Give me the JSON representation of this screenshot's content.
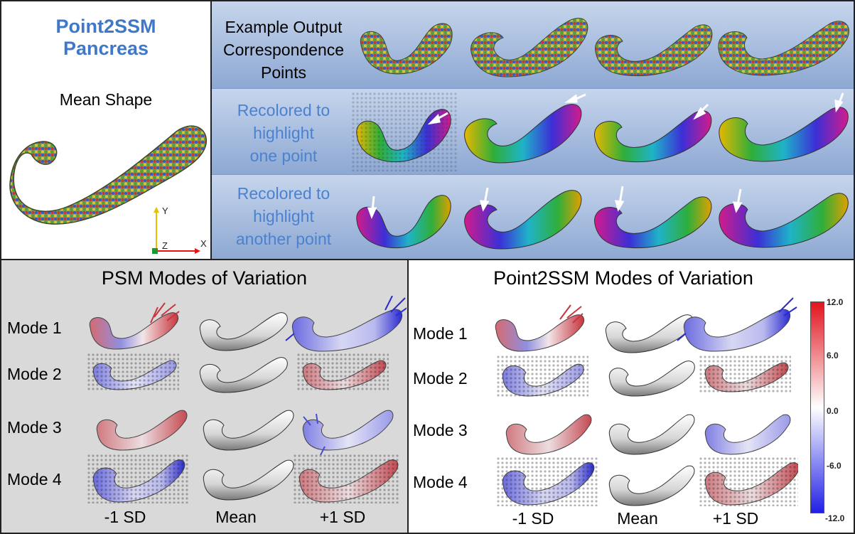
{
  "top_left": {
    "title_line1": "Point2SSM",
    "title_line2": "Pancreas",
    "mean_shape_label": "Mean Shape",
    "axis_y": "Y",
    "axis_z": "Z",
    "axis_x": "X"
  },
  "top_right": {
    "rows": [
      {
        "label_lines": [
          "Example Output",
          "Correspondence",
          "Points"
        ],
        "style": "black"
      },
      {
        "label_lines": [
          "Recolored to",
          "highlight",
          "one point"
        ],
        "style": "blue"
      },
      {
        "label_lines": [
          "Recolored to",
          "highlight",
          "another point"
        ],
        "style": "blue"
      }
    ]
  },
  "psm_panel": {
    "title": "PSM Modes of Variation",
    "modes": [
      "Mode 1",
      "Mode 2",
      "Mode 3",
      "Mode 4"
    ],
    "columns": [
      "-1 SD",
      "Mean",
      "+1 SD"
    ]
  },
  "p2s_panel": {
    "title": "Point2SSM Modes of Variation",
    "modes": [
      "Mode 1",
      "Mode 2",
      "Mode 3",
      "Mode 4"
    ],
    "columns": [
      "-1 SD",
      "Mean",
      "+1 SD"
    ]
  },
  "colorbar": {
    "ticks": [
      "12.0",
      "6.0",
      "0.0",
      "-6.0",
      "-12.0"
    ],
    "range": [
      -12.0,
      12.0
    ],
    "colors": {
      "max": "#e0141e",
      "mid": "#ffffff",
      "min": "#2020e6"
    }
  },
  "colors": {
    "title_blue": "#3f78c8",
    "band_blue": "#a7bcde",
    "psm_bg": "#d9d9d9"
  }
}
